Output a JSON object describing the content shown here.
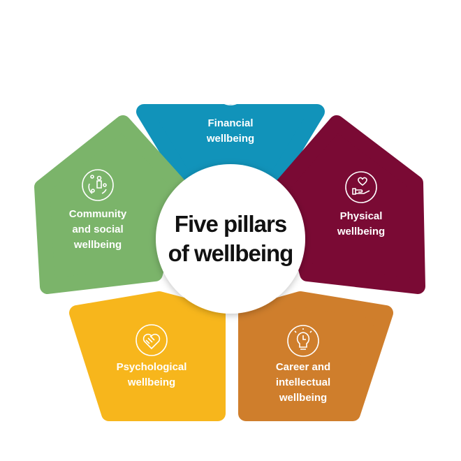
{
  "title": [
    "Five pillars",
    "of wellbeing"
  ],
  "pillars": [
    {
      "id": "financial",
      "lines": [
        "Financial",
        "wellbeing"
      ],
      "color": "#1193BA",
      "icon": "plant-coin-icon"
    },
    {
      "id": "physical",
      "lines": [
        "Physical",
        "wellbeing"
      ],
      "color": "#7A0A34",
      "icon": "heart-hand-icon"
    },
    {
      "id": "career",
      "lines": [
        "Career and",
        "intellectual",
        "wellbeing"
      ],
      "color": "#CF7E2C",
      "icon": "lightbulb-puzzle-icon"
    },
    {
      "id": "psychological",
      "lines": [
        "Psychological",
        "wellbeing"
      ],
      "color": "#F7B61C",
      "icon": "handshake-heart-icon"
    },
    {
      "id": "community",
      "lines": [
        "Community",
        "and social",
        "wellbeing"
      ],
      "color": "#7BB46A",
      "icon": "people-cycle-icon"
    }
  ]
}
